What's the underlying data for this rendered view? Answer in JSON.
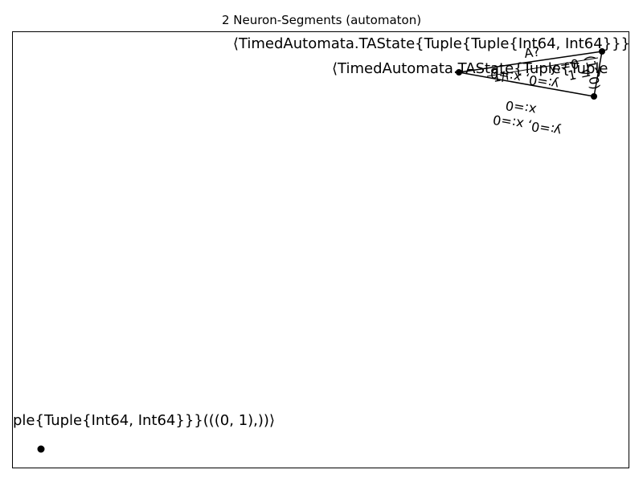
{
  "title": "2 Neuron-Segments (automaton)",
  "nodes": [
    {
      "id": "top-right",
      "label": "⟨TimedAutomata.TAState{Tuple{Tuple{Int64, Int64}}}"
    },
    {
      "id": "middle",
      "label": "⟨TimedAutomata.TAState{Tuple{Tuple"
    },
    {
      "id": "bottom-left",
      "label": "ple{Tuple{Int64, Int64}}}(((0, 1),))⟩"
    }
  ],
  "edge_labels": [
    "A?",
    "y:=0",
    "1/i",
    "(1, 0)",
    "1 ≤ y",
    "y:=0, x:=0",
    "x:=0",
    "y:=0, x:=0"
  ]
}
